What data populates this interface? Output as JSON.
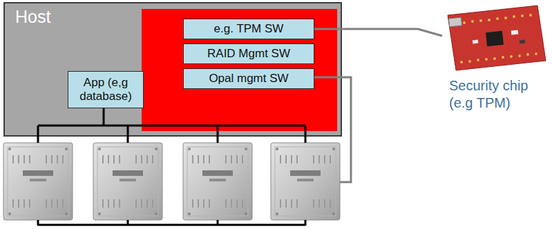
{
  "diagram": {
    "nodes": [
      {
        "text": [
          "Host"
        ]
      },
      {
        "text": [
          "e.g. TPM SW"
        ],
        "in": 0
      },
      {
        "text": [
          "RAID Mgmt SW"
        ],
        "in": 0
      },
      {
        "text": [
          "Opal mgmt SW"
        ],
        "in": 0
      },
      {
        "text": [
          "App (e,g database)"
        ],
        "in": 0
      },
      {
        "text": [
          "Security chip (e.g TPM)"
        ]
      }
    ],
    "edges": [
      {
        "from": 1,
        "to": 5,
        "arrow": "none"
      }
    ]
  }
}
